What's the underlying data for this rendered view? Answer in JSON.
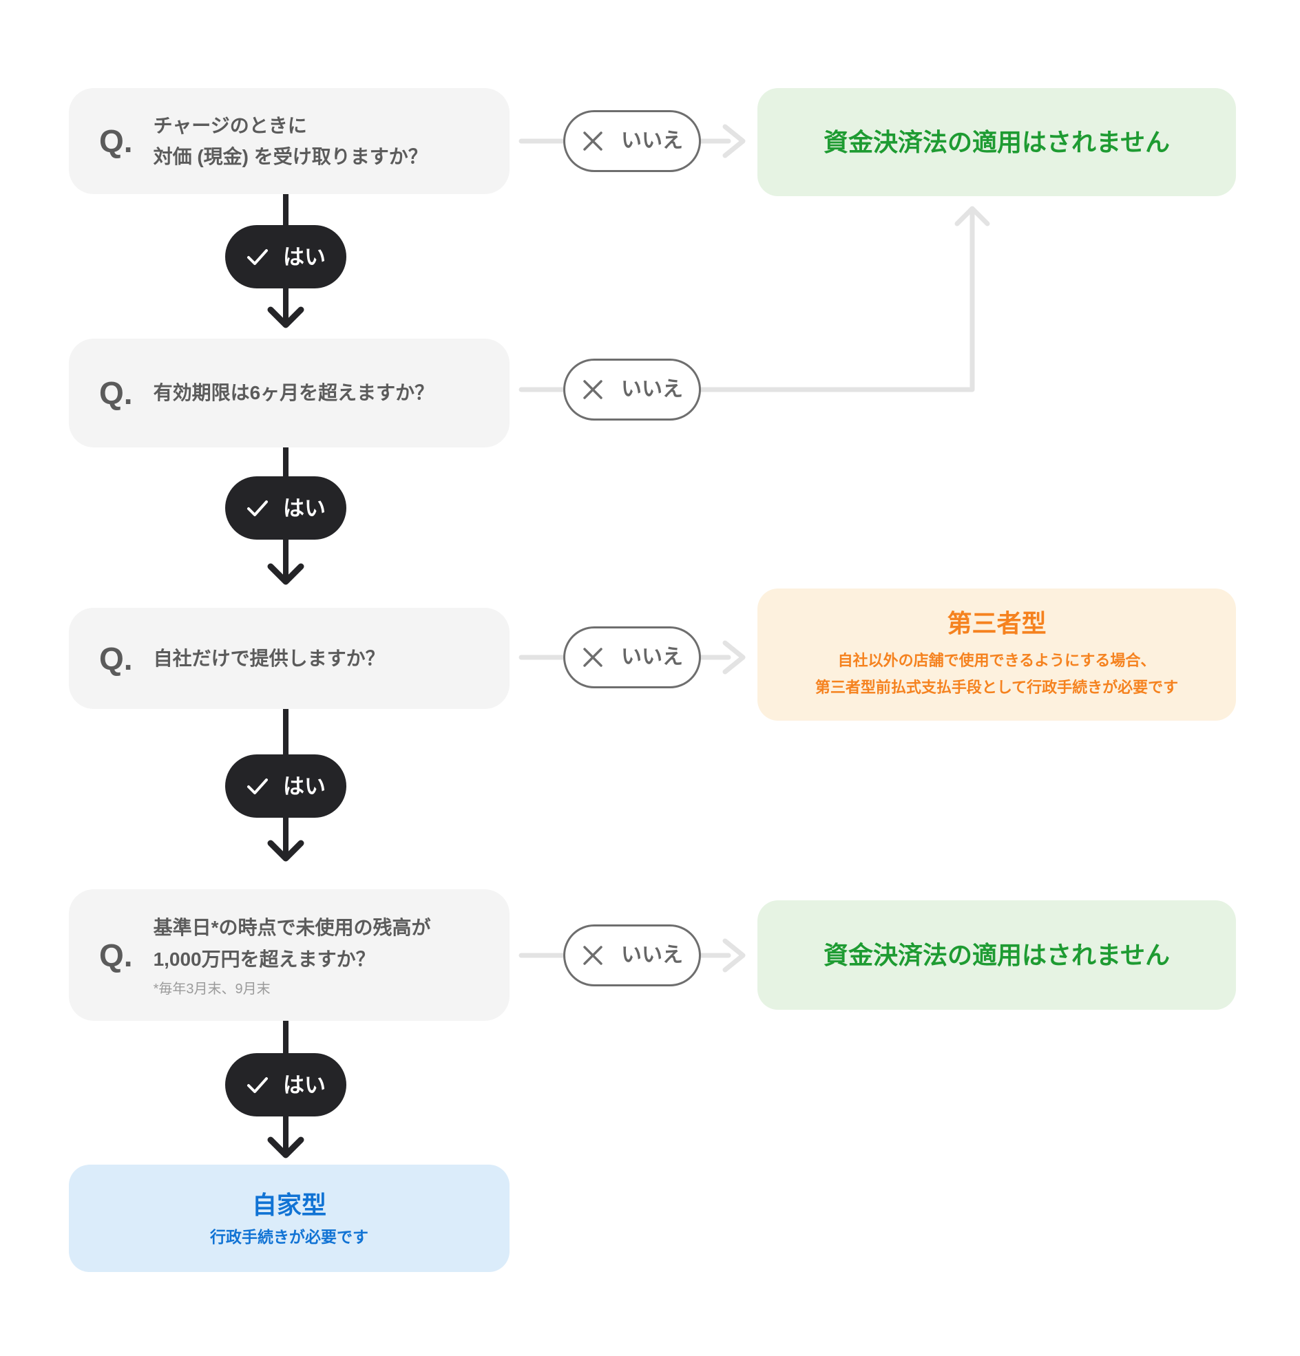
{
  "diagram": {
    "questions": [
      {
        "prefix": "Q.",
        "lines": [
          "チャージのときに",
          "対価 (現金) を受け取りますか？"
        ]
      },
      {
        "prefix": "Q.",
        "lines": [
          "有効期限は6ヶ月を超えますか？"
        ]
      },
      {
        "prefix": "Q.",
        "lines": [
          "自社だけで提供しますか？"
        ]
      },
      {
        "prefix": "Q.",
        "lines": [
          "基準日*の時点で未使用の残高が",
          "1,000万円を超えますか？"
        ],
        "footnote": "*毎年3月末、9月末"
      }
    ],
    "answers": {
      "yes": {
        "label": "はい",
        "icon": "check-icon"
      },
      "no": {
        "label": "いいえ",
        "icon": "cross-icon"
      }
    },
    "results": {
      "exempt_top": {
        "text": "資金決済法の適用はされません"
      },
      "exempt_bottom": {
        "text": "資金決済法の適用はされません"
      },
      "third_party": {
        "title": "第三者型",
        "line1": "自社以外の店舗で使用できるようにする場合、",
        "line2": "第三者型前払式支払手段として行政手続きが必要です"
      },
      "self_issued": {
        "title": "自家型",
        "description": "行政手続きが必要です"
      }
    },
    "colors": {
      "question_bg": "#F4F4F4",
      "question_text": "#5B5B5B",
      "footnote_text": "#9B9B9B",
      "yes_pill_bg": "#242427",
      "no_pill_border": "#6E6E6E",
      "no_pill_text": "#666666",
      "green_bg": "#E6F3E3",
      "green_text": "#1E9B32",
      "orange_bg": "#FDF1DE",
      "orange_text": "#F5821F",
      "blue_bg": "#DBECFA",
      "blue_text": "#1173D4",
      "connector_light": "#E3E3E3",
      "connector_dark": "#242427"
    }
  }
}
